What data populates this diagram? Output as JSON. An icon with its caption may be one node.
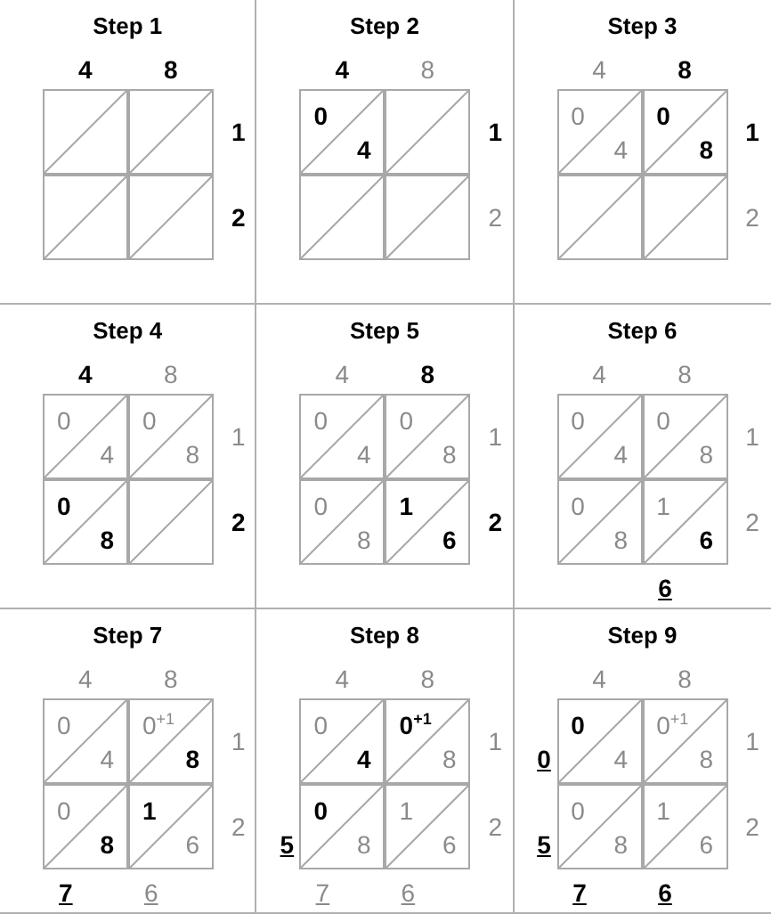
{
  "diagram": {
    "nodes": [
      {
        "text": [
          "Step 1",
          "4",
          "8",
          "1",
          "2"
        ]
      },
      {
        "text": [],
        "shape": "box",
        "in": 0
      },
      {
        "text": [],
        "shape": "box",
        "in": 0
      },
      {
        "text": [],
        "shape": "box",
        "in": 0
      },
      {
        "text": [],
        "shape": "box",
        "in": 0
      },
      {
        "text": [
          "Step 2",
          "4",
          "8",
          "1",
          "2"
        ]
      },
      {
        "text": [
          "0",
          "4"
        ],
        "in": 5
      },
      {
        "text": [],
        "shape": "box",
        "in": 5
      },
      {
        "text": [],
        "shape": "box",
        "in": 5
      },
      {
        "text": [],
        "shape": "box",
        "in": 5
      },
      {
        "text": [
          "Step 3",
          "4",
          "8",
          "1",
          "2"
        ]
      },
      {
        "text": [
          "0",
          "4"
        ],
        "in": 10
      },
      {
        "text": [
          "0",
          "8"
        ],
        "in": 10
      },
      {
        "text": [],
        "shape": "box",
        "in": 10
      },
      {
        "text": [],
        "shape": "box",
        "in": 10
      },
      {
        "text": [
          "Step 4",
          "4",
          "8",
          "1",
          "2"
        ]
      },
      {
        "text": [
          "0",
          "4"
        ],
        "in": 15
      },
      {
        "text": [
          "0",
          "8"
        ],
        "in": 15
      },
      {
        "text": [
          "0",
          "8"
        ],
        "in": 15
      },
      {
        "text": [],
        "shape": "box",
        "in": 15
      },
      {
        "text": [
          "Step 5",
          "4",
          "8",
          "1",
          "2"
        ]
      },
      {
        "text": [
          "0",
          "4"
        ],
        "in": 20
      },
      {
        "text": [
          "0",
          "8"
        ],
        "in": 20
      },
      {
        "text": [
          "0",
          "8"
        ],
        "in": 20
      },
      {
        "text": [
          "1",
          "6"
        ],
        "in": 20
      },
      {
        "text": [
          "Step 6",
          "4",
          "8",
          "1",
          "2",
          "6"
        ]
      },
      {
        "text": [
          "0",
          "4"
        ],
        "in": 25
      },
      {
        "text": [
          "0",
          "8"
        ],
        "in": 25
      },
      {
        "text": [
          "0",
          "8"
        ],
        "in": 25
      },
      {
        "text": [
          "1",
          "6"
        ],
        "in": 25
      },
      {
        "text": [
          "Step 7",
          "4",
          "8",
          "1",
          "2",
          "7",
          "6"
        ]
      },
      {
        "text": [
          "0",
          "4"
        ],
        "in": 30
      },
      {
        "text": [
          "0$^{+1}$",
          "8"
        ],
        "in": 30
      },
      {
        "text": [
          "0",
          "8"
        ],
        "in": 30
      },
      {
        "text": [
          "1",
          "6"
        ],
        "in": 30
      },
      {
        "text": [
          "Step 8",
          "4",
          "8",
          "1",
          "2",
          "5",
          "7",
          "6"
        ]
      },
      {
        "text": [
          "0",
          "4"
        ],
        "in": 35
      },
      {
        "text": [
          "0$^{+1}$",
          "8"
        ],
        "in": 35
      },
      {
        "text": [
          "0",
          "8"
        ],
        "in": 35
      },
      {
        "text": [
          "1",
          "6"
        ],
        "in": 35
      },
      {
        "text": [
          "Step 9",
          "4",
          "8",
          "1",
          "2",
          "0",
          "5",
          "7",
          "6"
        ]
      },
      {
        "text": [
          "0",
          "4"
        ],
        "in": 40
      },
      {
        "text": [
          "0$^{+1}$",
          "8"
        ],
        "in": 40
      },
      {
        "text": [
          "0",
          "8"
        ],
        "in": 40
      },
      {
        "text": [
          "1",
          "6"
        ],
        "in": 40
      }
    ]
  }
}
